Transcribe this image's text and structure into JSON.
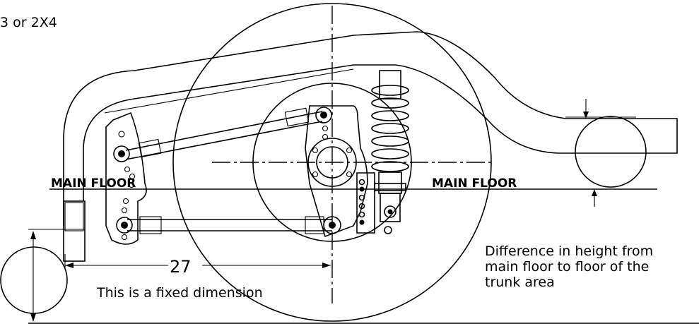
{
  "labels": {
    "top_left_note": "3 or 2X4",
    "main_floor_left": "MAIN FLOOR",
    "main_floor_right": "MAIN FLOOR",
    "dimension_value": "27",
    "fixed_dimension_note": "This is a fixed dimension",
    "height_note_line1": "Difference in height from",
    "height_note_line2": "main floor to floor of the",
    "height_note_line3": "trunk area"
  },
  "colors": {
    "line": "#000000",
    "background": "#ffffff"
  }
}
